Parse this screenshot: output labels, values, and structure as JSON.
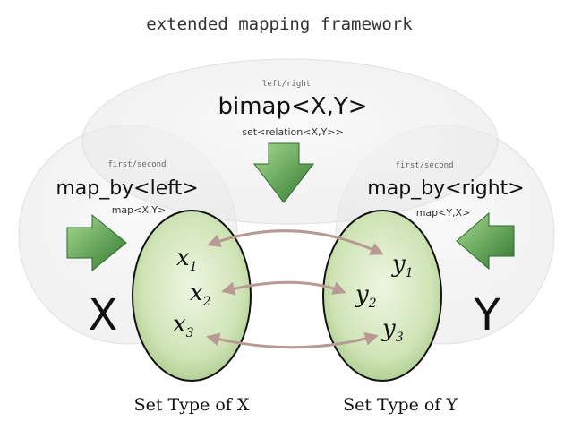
{
  "title": "extended mapping framework",
  "center_view": {
    "accessor": "left/right",
    "name": "bimap<X,Y>",
    "type": "set<relation<X,Y>>"
  },
  "left_view": {
    "accessor": "first/second",
    "name": "map_by<left>",
    "type": "map<X,Y>"
  },
  "right_view": {
    "accessor": "first/second",
    "name": "map_by<right>",
    "type": "map<Y,X>"
  },
  "set_x": {
    "symbol": "X",
    "elements": [
      {
        "base": "x",
        "sub": "1"
      },
      {
        "base": "x",
        "sub": "2"
      },
      {
        "base": "x",
        "sub": "3"
      }
    ],
    "caption": "Set Type of X"
  },
  "set_y": {
    "symbol": "Y",
    "elements": [
      {
        "base": "y",
        "sub": "1"
      },
      {
        "base": "y",
        "sub": "2"
      },
      {
        "base": "y",
        "sub": "3"
      }
    ],
    "caption": "Set Type of Y"
  },
  "colors": {
    "arrow_green": "#3f8f3f",
    "relation_arrow": "#b89a94",
    "set_fill": "#c8dfb0",
    "bubble": "#f2f2f2"
  }
}
